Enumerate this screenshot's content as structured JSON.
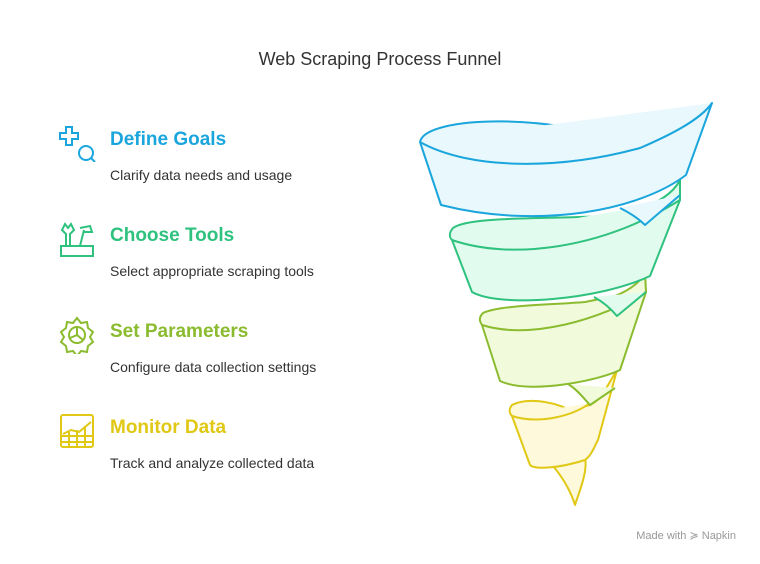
{
  "title": "Web Scraping Process Funnel",
  "steps": [
    {
      "heading": "Define Goals",
      "description": "Clarify data needs and usage",
      "icon": "plus-search-icon",
      "color": "#1aa6dc",
      "fill": "#e8f8fd"
    },
    {
      "heading": "Choose Tools",
      "description": "Select appropriate scraping tools",
      "icon": "toolbox-icon",
      "color": "#2ec27e",
      "fill": "#e2fbef"
    },
    {
      "heading": "Set Parameters",
      "description": "Configure data collection settings",
      "icon": "gear-chart-icon",
      "color": "#8bbb2e",
      "fill": "#f1fbdc"
    },
    {
      "heading": "Monitor Data",
      "description": "Track and analyze collected data",
      "icon": "spreadsheet-chart-icon",
      "color": "#e0c814",
      "fill": "#fef9da"
    }
  ],
  "brand": {
    "prefix": "Made with",
    "name": "Napkin"
  }
}
